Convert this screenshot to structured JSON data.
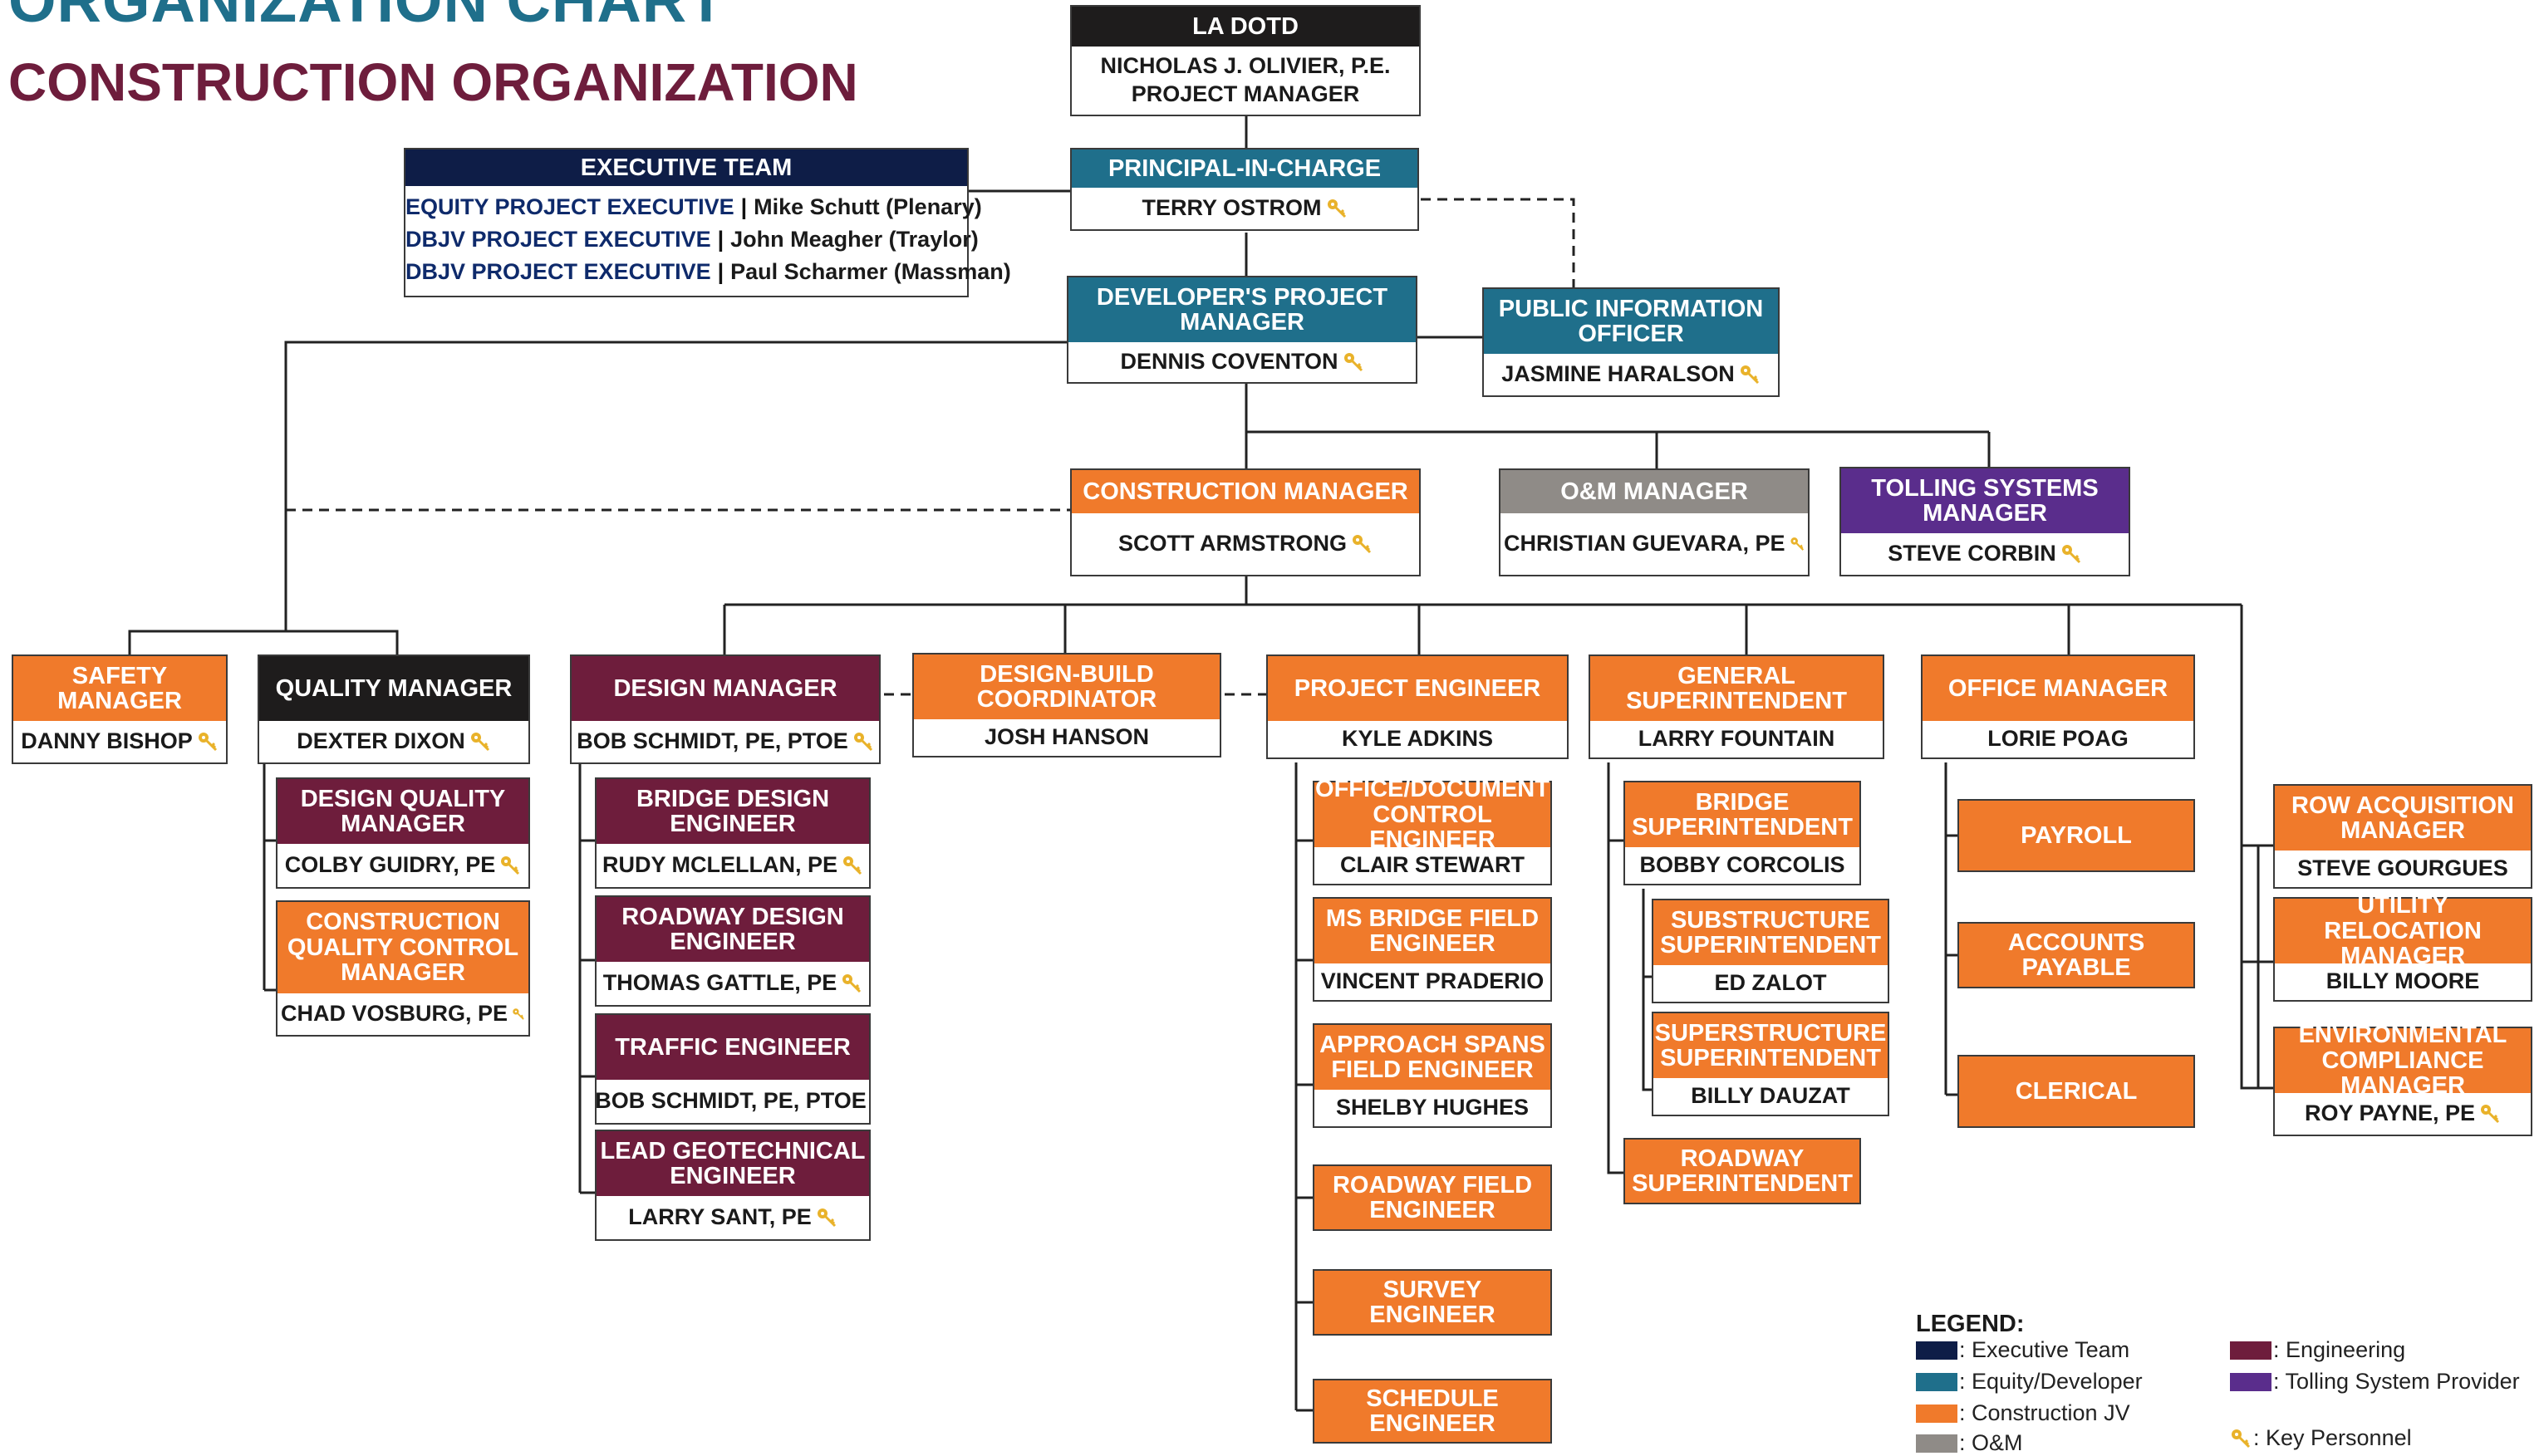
{
  "title": "ORGANIZATION CHART",
  "subtitle": "CONSTRUCTION ORGANIZATION",
  "colors": {
    "executive": "#0e1d47",
    "equity_developer": "#1f6f8b",
    "construction": "#f07a2b",
    "om": "#8f8b87",
    "engineering": "#6e1d3c",
    "tolling": "#5a2d8c",
    "quality": "#1e1c1c",
    "key": "#e9b22a"
  },
  "boxes": {
    "la_dotd": {
      "header": "LA DOTD",
      "line1": "NICHOLAS J. OLIVIER, P.E.",
      "line2": "PROJECT MANAGER"
    },
    "pic": {
      "header": "PRINCIPAL-IN-CHARGE",
      "name": "TERRY OSTROM",
      "key": true
    },
    "dev_pm": {
      "header": "DEVELOPER'S PROJECT MANAGER",
      "name": "DENNIS COVENTON",
      "key": true
    },
    "pio": {
      "header": "PUBLIC INFORMATION OFFICER",
      "name": "JASMINE HARALSON",
      "key": true
    },
    "cm": {
      "header": "CONSTRUCTION MANAGER",
      "name": "SCOTT ARMSTRONG",
      "key": true
    },
    "om": {
      "header": "O&M MANAGER",
      "name": "CHRISTIAN GUEVARA, PE",
      "key": true
    },
    "tsm": {
      "header": "TOLLING SYSTEMS MANAGER",
      "name": "STEVE CORBIN",
      "key": true
    },
    "safety": {
      "header": "SAFETY MANAGER",
      "name": "DANNY BISHOP",
      "key": true
    },
    "quality": {
      "header": "QUALITY MANAGER",
      "name": "DEXTER DIXON",
      "key": true
    },
    "dqm": {
      "header": "DESIGN QUALITY MANAGER",
      "name": "COLBY GUIDRY, PE",
      "key": true
    },
    "cqcm": {
      "header": "CONSTRUCTION QUALITY CONTROL MANAGER",
      "name": "CHAD VOSBURG, PE",
      "key": true
    },
    "design_mgr": {
      "header": "DESIGN MANAGER",
      "name": "BOB SCHMIDT, PE, PTOE",
      "key": true
    },
    "bridge_design": {
      "header": "BRIDGE DESIGN ENGINEER",
      "name": "RUDY MCLELLAN, PE",
      "key": true
    },
    "roadway_design": {
      "header": "ROADWAY DESIGN ENGINEER",
      "name": "THOMAS GATTLE, PE",
      "key": true
    },
    "traffic": {
      "header": "TRAFFIC ENGINEER",
      "name": "BOB SCHMIDT, PE, PTOE",
      "key": true
    },
    "geotech": {
      "header": "LEAD GEOTECHNICAL ENGINEER",
      "name": "LARRY SANT, PE",
      "key": true
    },
    "dbc": {
      "header": "DESIGN-BUILD COORDINATOR",
      "name": "JOSH HANSON",
      "key": false
    },
    "proj_eng": {
      "header": "PROJECT ENGINEER",
      "name": "KYLE ADKINS",
      "key": false
    },
    "odc": {
      "header": "OFFICE/DOCUMENT CONTROL ENGINEER",
      "name": "CLAIR STEWART",
      "key": false
    },
    "ms_bridge": {
      "header": "MS BRIDGE FIELD ENGINEER",
      "name": "VINCENT PRADERIO",
      "key": false
    },
    "approach": {
      "header": "APPROACH SPANS FIELD ENGINEER",
      "name": "SHELBY HUGHES",
      "key": false
    },
    "roadway_field": {
      "header": "ROADWAY FIELD ENGINEER"
    },
    "survey": {
      "header": "SURVEY ENGINEER"
    },
    "schedule": {
      "header": "SCHEDULE ENGINEER"
    },
    "gen_super": {
      "header": "GENERAL SUPERINTENDENT",
      "name": "LARRY FOUNTAIN",
      "key": false
    },
    "bridge_super": {
      "header": "BRIDGE SUPERINTENDENT",
      "name": "BOBBY CORCOLIS",
      "key": false
    },
    "substructure": {
      "header": "SUBSTRUCTURE SUPERINTENDENT",
      "name": "ED ZALOT",
      "key": false
    },
    "superstructure": {
      "header": "SUPERSTRUCTURE SUPERINTENDENT",
      "name": "BILLY DAUZAT",
      "key": false
    },
    "roadway_super": {
      "header": "ROADWAY SUPERINTENDENT"
    },
    "office_mgr": {
      "header": "OFFICE MANAGER",
      "name": "LORIE POAG",
      "key": false
    },
    "payroll": {
      "header": "PAYROLL"
    },
    "ap": {
      "header": "ACCOUNTS PAYABLE"
    },
    "clerical": {
      "header": "CLERICAL"
    },
    "row": {
      "header": "ROW ACQUISITION MANAGER",
      "name": "STEVE GOURGUES",
      "key": false
    },
    "utility": {
      "header": "UTILITY RELOCATION MANAGER",
      "name": "BILLY MOORE",
      "key": false
    },
    "env": {
      "header": "ENVIRONMENTAL COMPLIANCE MANAGER",
      "name": "ROY PAYNE, PE",
      "key": true
    }
  },
  "executive_team": {
    "header": "EXECUTIVE TEAM",
    "rows": [
      {
        "role": "EQUITY PROJECT EXECUTIVE",
        "name": "Mike Schutt (Plenary)"
      },
      {
        "role": "DBJV PROJECT EXECUTIVE",
        "name": "John Meagher (Traylor)"
      },
      {
        "role": "DBJV PROJECT EXECUTIVE",
        "name": "Paul Scharmer (Massman)"
      }
    ],
    "separator": "|"
  },
  "legend": {
    "title": "LEGEND:",
    "items": [
      {
        "label": ": Executive Team",
        "color": "#0e1d47"
      },
      {
        "label": ": Equity/Developer",
        "color": "#1f6f8b"
      },
      {
        "label": ": Construction JV",
        "color": "#f07a2b"
      },
      {
        "label": ": O&M",
        "color": "#8f8b87"
      },
      {
        "label": ": Engineering",
        "color": "#6e1d3c"
      },
      {
        "label": ": Tolling System Provider",
        "color": "#5a2d8c"
      },
      {
        "label": ": Key Personnel",
        "icon": "key-icon"
      }
    ]
  }
}
